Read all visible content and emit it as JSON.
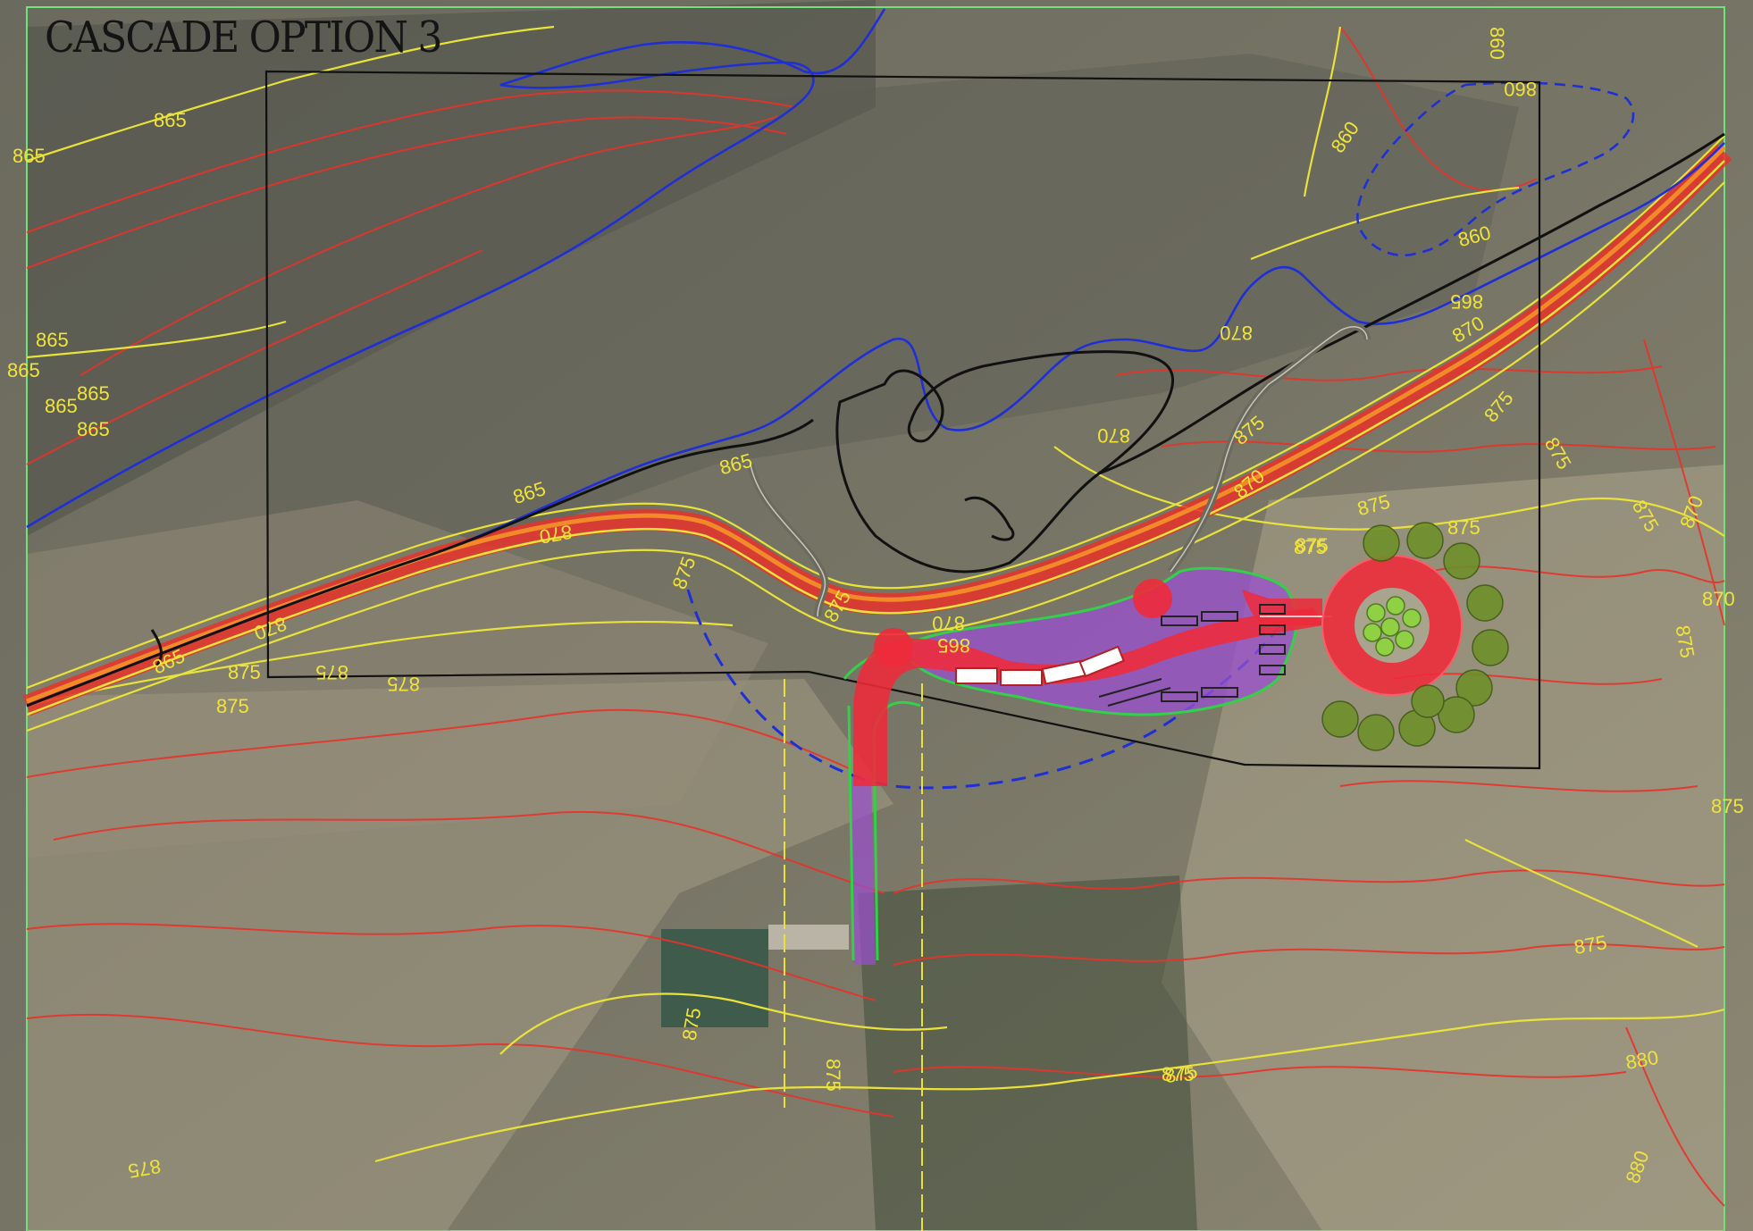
{
  "title": "CASCADE OPTION 3",
  "colors": {
    "imagery_light": "#8f8c7a",
    "imagery_dark": "#55564d",
    "contour_major": "#e8e23a",
    "contour_minor": "#e8322a",
    "floodplain_line": "#1f2fd6",
    "property_boundary": "#111111",
    "access_drive": "#ef2a3a",
    "parking_area": "#9b4fd0",
    "landscape_edge": "#33d04a",
    "tree_symbol": "#6f8f2a"
  },
  "labels": {
    "l1": "865",
    "l2": "865",
    "l3": "865",
    "l4": "865",
    "l5": "865",
    "l6": "865",
    "l7": "865",
    "l8": "860",
    "l9": "860",
    "l10": "860",
    "l11": "860",
    "l12": "865",
    "l13": "870",
    "l14": "870",
    "l15": "875",
    "l16": "870",
    "l17": "870",
    "l18": "875",
    "l19": "875",
    "l20": "875",
    "l21": "875",
    "l22": "875",
    "l23": "875",
    "l24": "870",
    "l25": "875",
    "l26": "870",
    "l27": "875",
    "l28": "875",
    "l29": "875",
    "l30": "880",
    "l31": "880",
    "l32": "875",
    "l33": "875",
    "l34": "875",
    "l35": "875",
    "l36": "865",
    "l37": "870",
    "l38": "870",
    "l39": "875",
    "l40": "875"
  }
}
